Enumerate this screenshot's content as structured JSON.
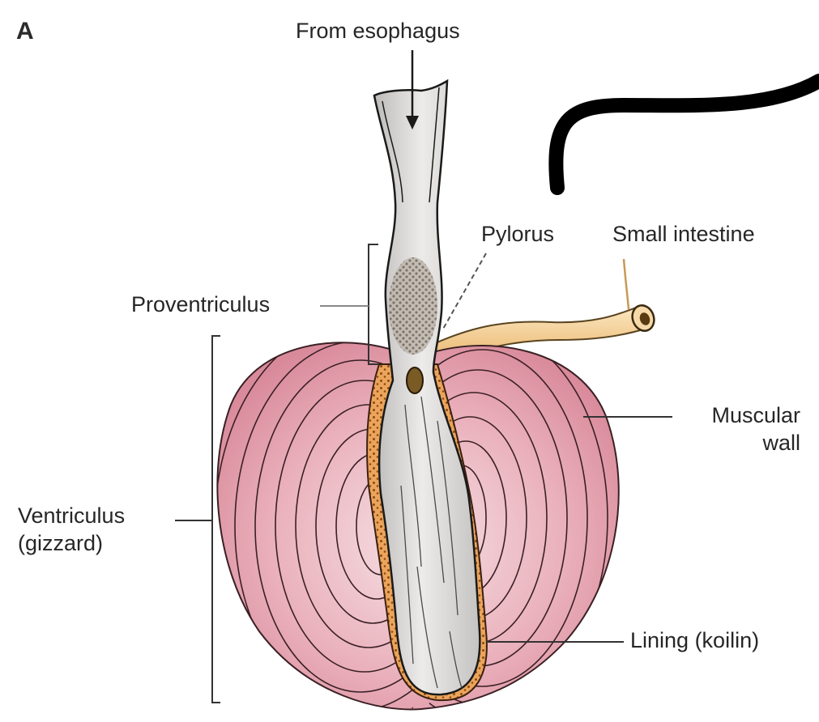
{
  "figure": {
    "panel_letter": "A",
    "labels": {
      "from_esophagus": "From esophagus",
      "pylorus": "Pylorus",
      "small_intestine": "Small intestine",
      "proventriculus": "Proventriculus",
      "muscular_wall_line1": "Muscular",
      "muscular_wall_line2": "wall",
      "ventriculus_line1": "Ventriculus",
      "ventriculus_line2": "(gizzard)",
      "lining": "Lining (koilin)"
    }
  },
  "colors": {
    "muscle_fill": "#ebb3bd",
    "muscle_deep": "#dc8f9e",
    "muscle_lines": "#3a2025",
    "lining_fill": "#e9a35c",
    "lining_dots": "#8a4b18",
    "lumen_fill": "#d9d8d6",
    "intestine_fill": "#f3d39a",
    "ink": "#1a1a1a"
  }
}
